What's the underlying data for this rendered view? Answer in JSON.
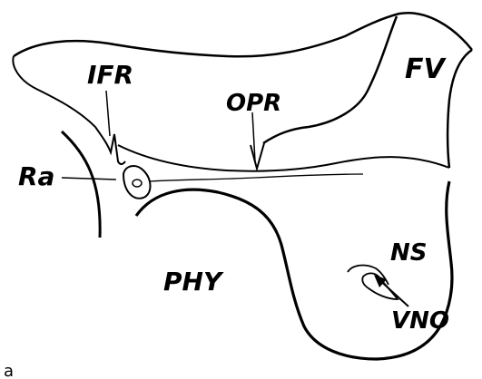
{
  "figure": {
    "panel_letter": "a",
    "labels": {
      "ifr": "IFR",
      "opr": "OPR",
      "fv": "FV",
      "ra": "Ra",
      "phy": "PHY",
      "ns": "NS",
      "vno": "VNO"
    }
  },
  "colors": {
    "ink": "#000000",
    "paper": "#ffffff"
  }
}
